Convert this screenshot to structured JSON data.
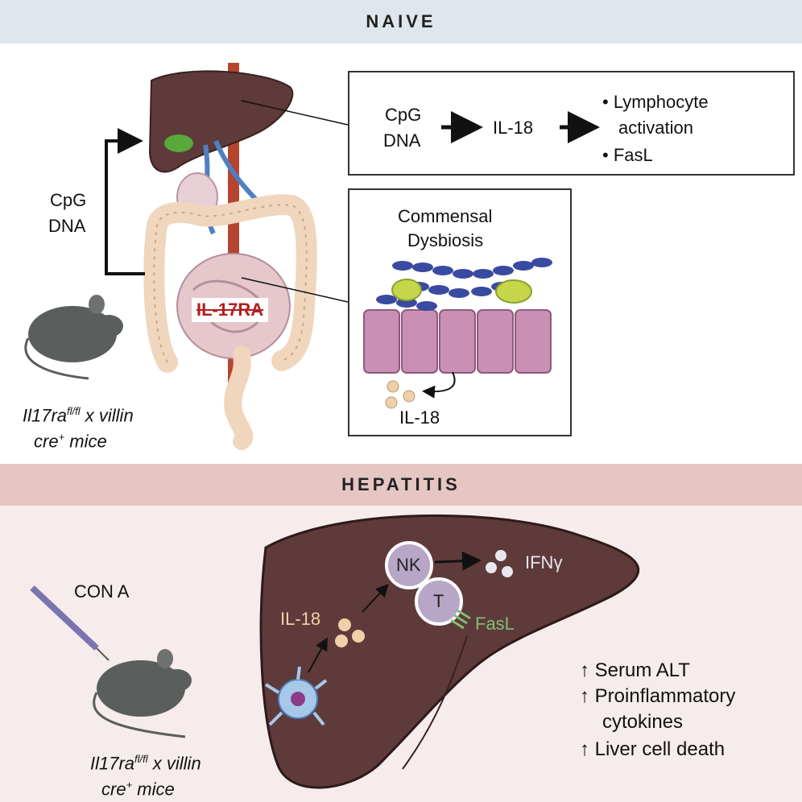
{
  "naive": {
    "header": "NAIVE",
    "cpg_side_label": [
      "CpG",
      "DNA"
    ],
    "il17ra_label": "IL-17RA",
    "mouse_label": {
      "gene": "Il17ra",
      "sup": "fl/fl",
      "rest": " x villin",
      "line2_a": "cre",
      "line2_sup": "+",
      "line2_b": " mice"
    },
    "pathway_box": {
      "cpg": [
        "CpG",
        "DNA"
      ],
      "il18": "IL-18",
      "outcomes": [
        "• Lymphocyte",
        "activation",
        "• FasL"
      ]
    },
    "dysbiosis_box": {
      "title": [
        "Commensal",
        "Dysbiosis"
      ],
      "il18": "IL-18"
    }
  },
  "hepatitis": {
    "header": "HEPATITIS",
    "con_a": "CON A",
    "mouse_label": {
      "gene": "Il17ra",
      "sup": "fl/fl",
      "rest": " x villin",
      "line2_a": "cre",
      "line2_sup": "+",
      "line2_b": " mice"
    },
    "il18": "IL-18",
    "nk": "NK",
    "t": "T",
    "ifn": "IFNγ",
    "fasl": "FasL",
    "outcomes": [
      "↑ Serum ALT",
      "↑ Proinflammatory",
      "cytokines",
      "↑ Liver cell death"
    ]
  },
  "colors": {
    "liver": "#5f3a3a",
    "colon": "#f0d6bd",
    "epithelium": "#c98fb4",
    "bacteria_chain": "#3a4aa0",
    "bacteria_green": "#c6d64a",
    "il18_bead": "#f0d0a8",
    "fasl_green": "#7fbf74",
    "nk_cell": "#b8a6c6"
  }
}
